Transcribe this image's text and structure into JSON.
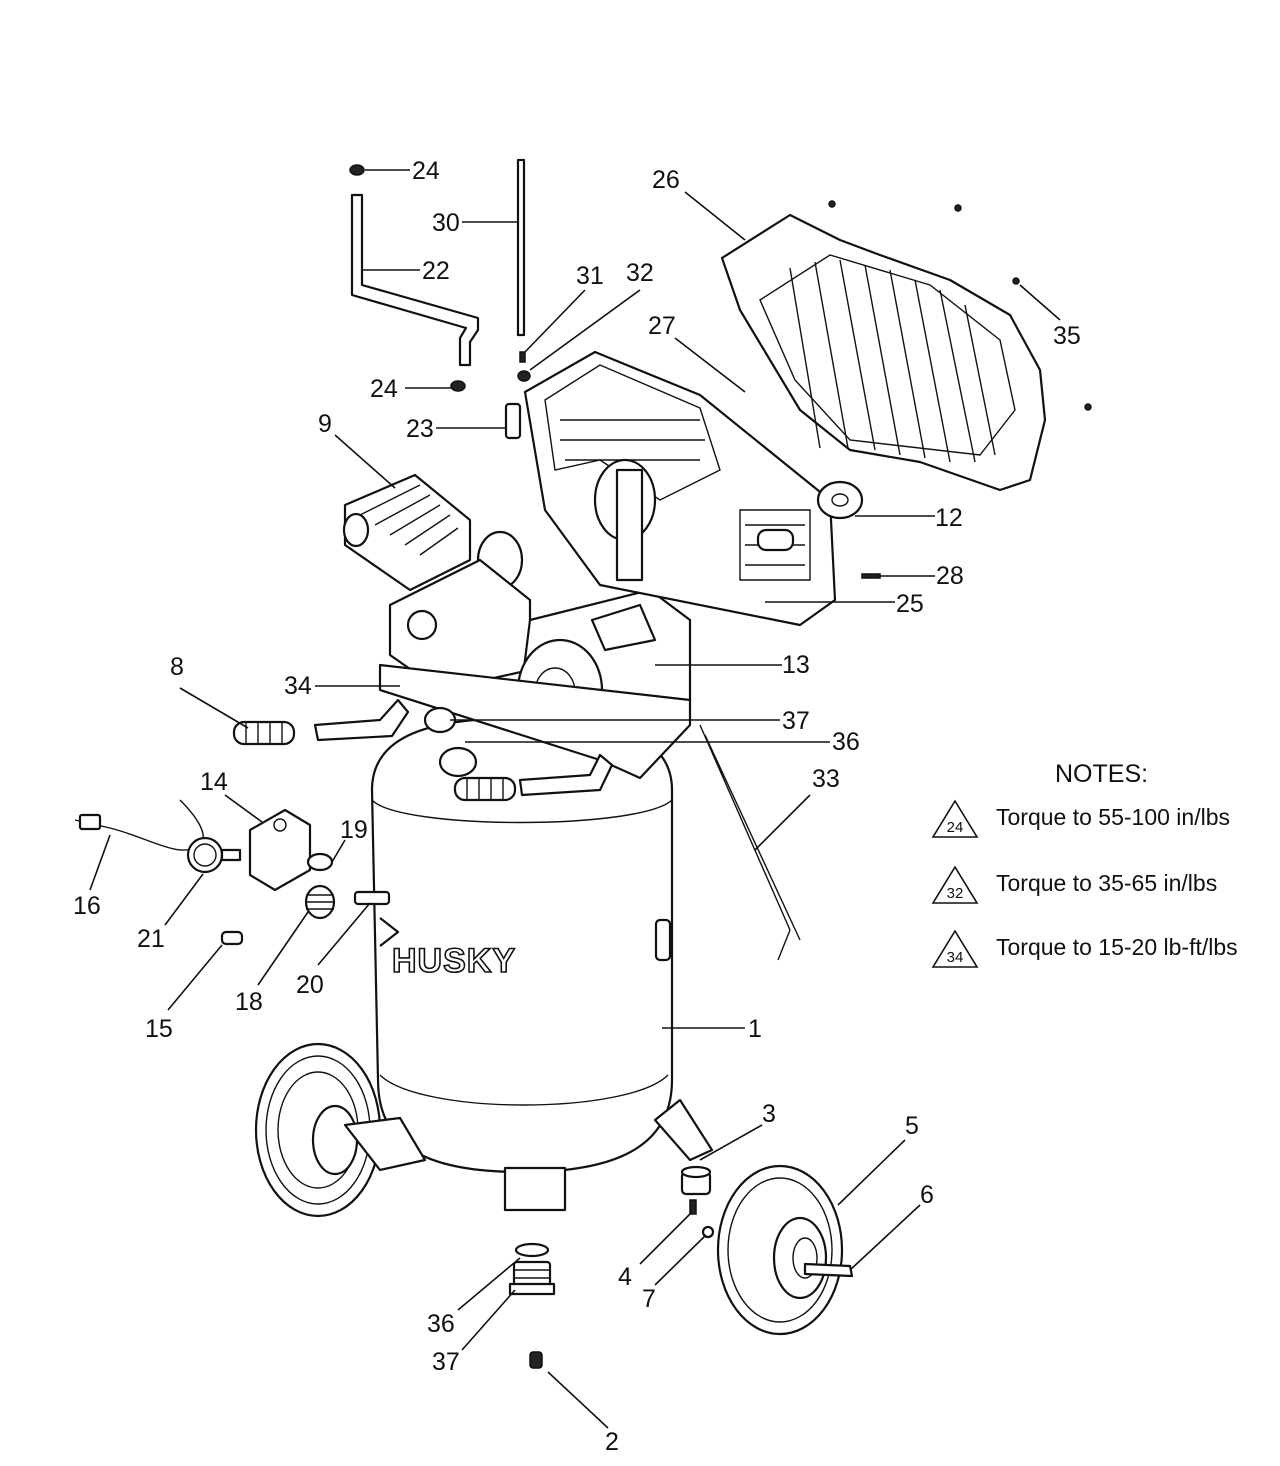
{
  "brand_label": "HUSKY",
  "callouts": {
    "c1": "1",
    "c2": "2",
    "c3": "3",
    "c4": "4",
    "c5": "5",
    "c6": "6",
    "c7": "7",
    "c8": "8",
    "c9": "9",
    "c12": "12",
    "c13": "13",
    "c14": "14",
    "c15": "15",
    "c16": "16",
    "c18": "18",
    "c19": "19",
    "c20": "20",
    "c21": "21",
    "c22": "22",
    "c23": "23",
    "c24a": "24",
    "c24b": "24",
    "c25": "25",
    "c26": "26",
    "c27": "27",
    "c28": "28",
    "c30": "30",
    "c31": "31",
    "c32": "32",
    "c33": "33",
    "c34": "34",
    "c35": "35",
    "c36a": "36",
    "c36b": "36",
    "c37a": "37",
    "c37b": "37"
  },
  "notes": {
    "title": "NOTES:",
    "items": [
      {
        "symbol": "24",
        "text": "Torque to 55-100 in/lbs"
      },
      {
        "symbol": "32",
        "text": "Torque to 35-65 in/lbs"
      },
      {
        "symbol": "34",
        "text": "Torque to 15-20 lb-ft/lbs"
      }
    ]
  }
}
